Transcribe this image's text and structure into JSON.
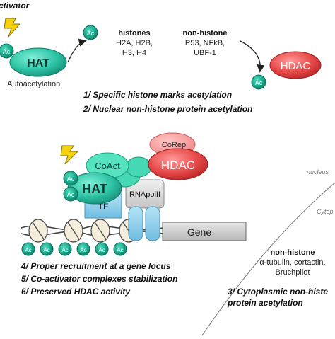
{
  "top": {
    "activator_label": "ctivator",
    "hat_label": "HAT",
    "ac_label": "Ac",
    "autoacetylation": "Autoacetylation",
    "histones_title": "histones",
    "histones_line1": "H2A, H2B,",
    "histones_line2": "H3, H4",
    "nonhistone_title": "non-histone",
    "nonhistone_line1": "P53, NFkB,",
    "nonhistone_line2": "UBF-1",
    "hdac_label": "HDAC",
    "point1": "1/ Specific histone marks acetylation",
    "point2": "2/ Nuclear non-histone protein acetylation"
  },
  "complex": {
    "coact_label": "CoAct",
    "corep_label": "CoRep",
    "hdac_label": "HDAC",
    "hat_label": "HAT",
    "rnapol_label": "RNApolII",
    "tf_label": "TF",
    "gene_label": "Gene",
    "ac_label": "Ac"
  },
  "regions": {
    "nucleus_label": "nucleus",
    "cytoplasm_label": "Cytop"
  },
  "bottom": {
    "point4": "4/ Proper recruitment at a gene locus",
    "point5": "5/ Co-activator complexes stabilization",
    "point6": "6/ Preserved HDAC activity",
    "cyto_title": "non-histone",
    "cyto_line1": "α-tubulin, cortactin,",
    "cyto_line2": "Bruchpilot",
    "point3_line1": "3/ Cytoplasmic non-histe",
    "point3_line2": "protein acetylation"
  },
  "colors": {
    "hat_teal": "#2ec4a6",
    "hdac_red": "#e84a4a",
    "tf_blue": "#8fd0ec",
    "coact_green": "#46d8b4",
    "rnapol_gray": "#d8d8d8",
    "lightning_yellow": "#f5d20e"
  }
}
